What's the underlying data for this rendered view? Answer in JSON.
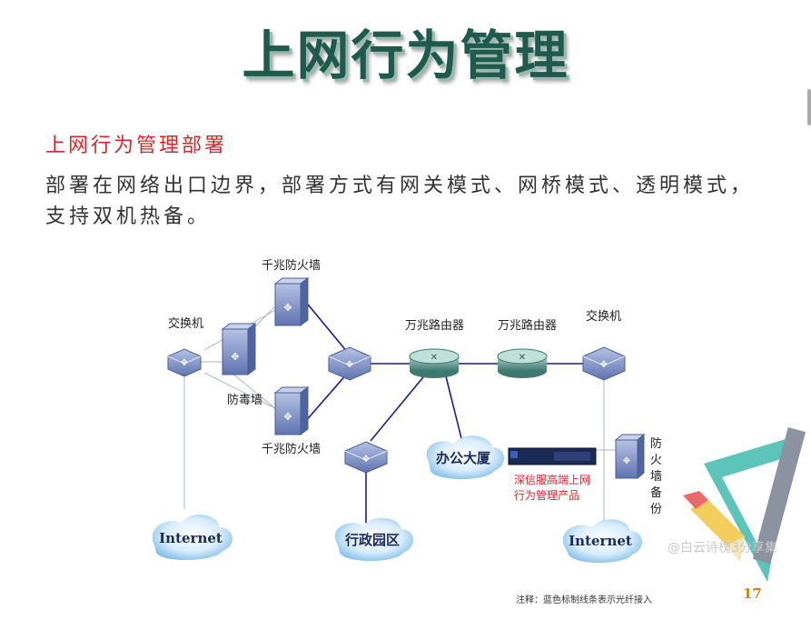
{
  "slide": {
    "title": "上网行为管理",
    "subtitle": "上网行为管理部署",
    "description": "部署在网络出口边界，部署方式有网关模式、网桥模式、透明模式，支持双机热备。",
    "page_number": "17",
    "watermark": "@白云诗槐3分享集"
  },
  "diagram": {
    "labels": {
      "switch_left": "交换机",
      "fw_top": "千兆防火墙",
      "fw_bottom": "千兆防火墙",
      "antivirus": "防毒墙",
      "router1": "万兆路由器",
      "router2": "万兆路由器",
      "switch_right": "交换机",
      "fw_backup": "防火墙备份",
      "product_line1": "深信服高端上网",
      "product_line2": "行为管理产品",
      "note": "注释：蓝色标制线条表示光纤接入"
    },
    "clouds": {
      "internet_left": "Internet",
      "admin_area": "行政园区",
      "office_building": "办公大厦",
      "internet_right": "Internet"
    }
  },
  "colors": {
    "title": "#1f5a4c",
    "subtitle": "#d9262c",
    "fiber_line": "#1a1a9e",
    "device": "#7a8fc4"
  }
}
